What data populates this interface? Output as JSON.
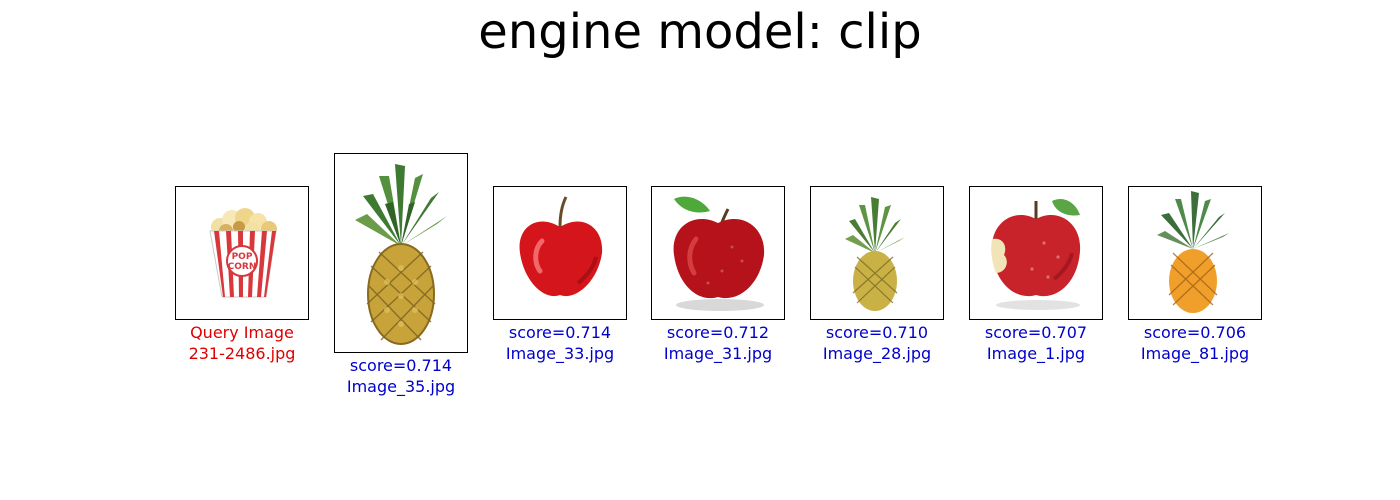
{
  "title": "engine model: clip",
  "colors": {
    "query_caption": "#e00000",
    "result_caption": "#0000cc"
  },
  "query": {
    "label": "Query Image",
    "filename": "231-2486.jpg",
    "icon": "popcorn-icon"
  },
  "results": [
    {
      "score": "score=0.714",
      "filename": "Image_35.jpg",
      "icon": "pineapple-icon"
    },
    {
      "score": "score=0.714",
      "filename": "Image_33.jpg",
      "icon": "apple-icon"
    },
    {
      "score": "score=0.712",
      "filename": "Image_31.jpg",
      "icon": "apple-icon"
    },
    {
      "score": "score=0.710",
      "filename": "Image_28.jpg",
      "icon": "pineapple-icon"
    },
    {
      "score": "score=0.707",
      "filename": "Image_1.jpg",
      "icon": "bitten-apple-icon"
    },
    {
      "score": "score=0.706",
      "filename": "Image_81.jpg",
      "icon": "pineapple-icon"
    }
  ]
}
